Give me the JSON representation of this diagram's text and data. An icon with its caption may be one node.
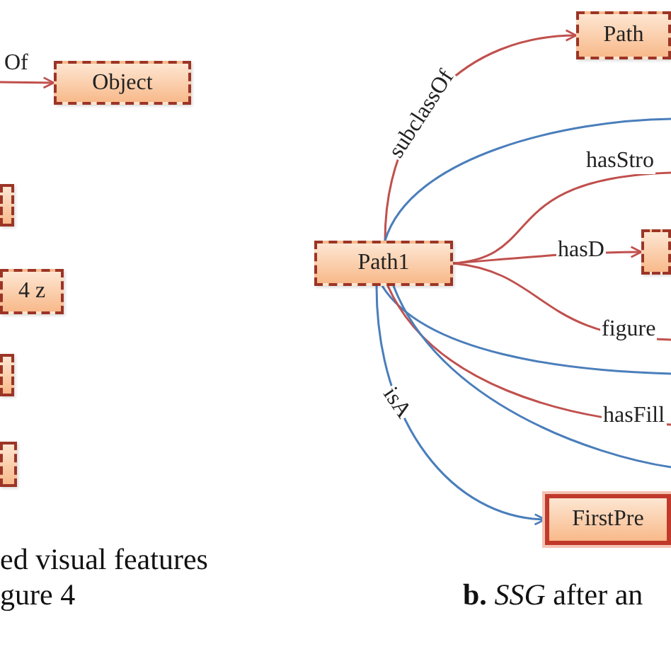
{
  "diagram": {
    "nodes": [
      {
        "text": [
          "Object"
        ]
      },
      {
        "text": [],
        "shape": "box"
      },
      {
        "text": [
          "4 z"
        ]
      },
      {
        "text": [],
        "shape": "box"
      },
      {
        "text": [],
        "shape": "box"
      },
      {
        "text": [
          "Path1"
        ]
      },
      {
        "text": [
          "Path"
        ]
      },
      {
        "text": [],
        "shape": "box"
      },
      {
        "text": [
          "FirstPre"
        ]
      }
    ],
    "edges": [
      {
        "from": null,
        "to": 0,
        "arrow": "to",
        "label": "Of"
      },
      {
        "from": 5,
        "to": 6,
        "arrow": "to",
        "label": "subclassOf"
      },
      {
        "from": 5,
        "to": null,
        "arrow": "none",
        "color": "#4a7ebb"
      },
      {
        "from": 5,
        "to": null,
        "arrow": "none",
        "label": "hasStro"
      },
      {
        "from": 5,
        "to": 7,
        "arrow": "to",
        "label": "hasD"
      },
      {
        "from": 5,
        "to": null,
        "arrow": "none",
        "label": "figure"
      },
      {
        "from": 5,
        "to": null,
        "arrow": "none",
        "color": "#4a7ebb"
      },
      {
        "from": 5,
        "to": null,
        "arrow": "none",
        "label": "hasFill"
      },
      {
        "from": 5,
        "to": null,
        "arrow": "none",
        "color": "#4a7ebb"
      },
      {
        "from": 5,
        "to": 8,
        "arrow": "to",
        "label": "isA",
        "color": "#4a7ebb"
      }
    ],
    "labels": [
      "ed visual features",
      "gure 4",
      "**b.** *SSG* after an"
    ]
  }
}
